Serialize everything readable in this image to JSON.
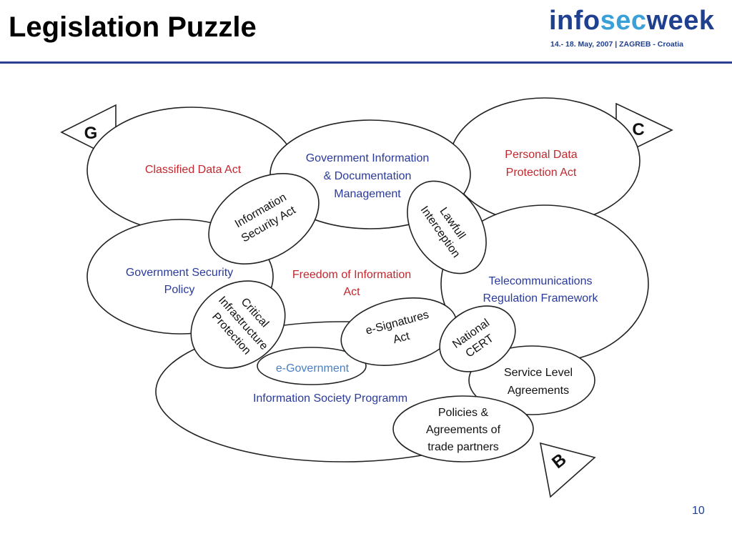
{
  "slide": {
    "title": "Legislation Puzzle",
    "page_number": "10"
  },
  "logo": {
    "part1": "info",
    "part2": "sec",
    "part3": "week",
    "tagline": "14.- 18. May, 2007 | ZAGREB - Croatia"
  },
  "diagram": {
    "corners": {
      "g": "G",
      "c": "C",
      "b": "B"
    },
    "classified": "Classified Data Act",
    "gov_info": [
      "Government Information",
      "& Documentation",
      "Management"
    ],
    "personal": [
      "Personal Data",
      "Protection Act"
    ],
    "info_sec": [
      "Information",
      "Security Act"
    ],
    "lawful": [
      "Lawfull",
      "Interception"
    ],
    "gov_sec": [
      "Government Security",
      "Policy"
    ],
    "foi": [
      "Freedom of Information",
      "Act"
    ],
    "telecom": [
      "Telecommunications",
      "Regulation Framework"
    ],
    "critical": [
      "Critical",
      "Infrastructure",
      "Protection"
    ],
    "esig": [
      "e-Signatures",
      "Act"
    ],
    "cert": [
      "National",
      "CERT"
    ],
    "egov": "e-Government",
    "isp": "Information Society Programm",
    "sla": [
      "Service Level",
      "Agreements"
    ],
    "policies": [
      "Policies &",
      "Agreements of",
      "trade partners"
    ]
  },
  "colors": {
    "red": "#c0282f",
    "blue": "#2a3a9a",
    "light_blue": "#4a7fc1",
    "logo_dark": "#1f3f8f",
    "logo_accent": "#3aa0d8",
    "rule": "#2a3f8f"
  }
}
